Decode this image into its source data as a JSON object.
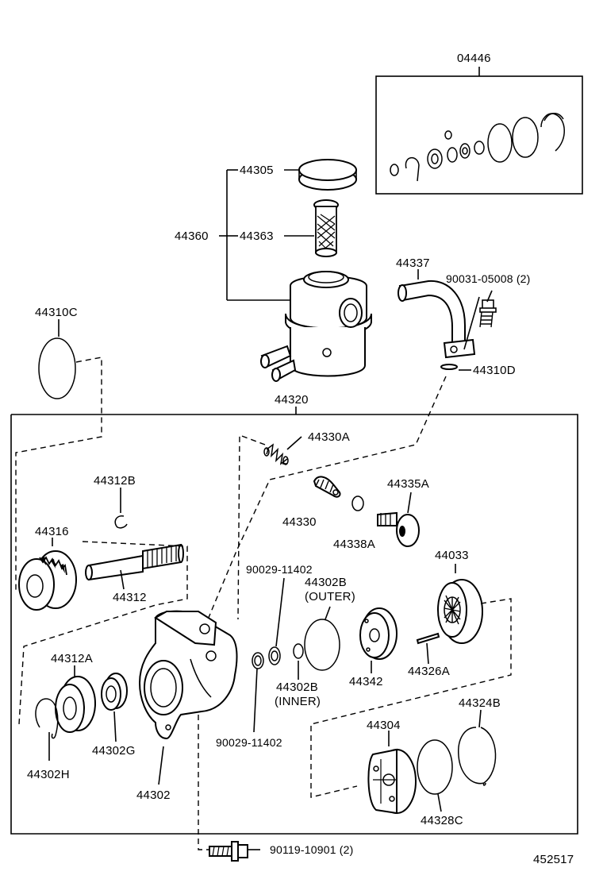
{
  "labels": {
    "l04446": "04446",
    "l44305": "44305",
    "l44360": "44360",
    "l44363": "44363",
    "l44337": "44337",
    "l90031": "90031-05008 (2)",
    "l44310C": "44310C",
    "l44310D": "44310D",
    "l44320": "44320",
    "l44330A": "44330A",
    "l44312B": "44312B",
    "l44335A": "44335A",
    "l44330": "44330",
    "l44338A": "44338A",
    "l44316": "44316",
    "l44033": "44033",
    "l44312": "44312",
    "l90029a": "90029-11402",
    "l44302B_outer": "44302B",
    "l44302B_outer2": "(OUTER)",
    "l44312A": "44312A",
    "l44302B_inner": "44302B",
    "l44302B_inner2": "(INNER)",
    "l44342": "44342",
    "l44326A": "44326A",
    "l44324B": "44324B",
    "l44304": "44304",
    "l44302G": "44302G",
    "l44302H": "44302H",
    "l90029b": "90029-11402",
    "l44302": "44302",
    "l44328C": "44328C",
    "l90119": "90119-10901 (2)",
    "l452517": "452517"
  }
}
